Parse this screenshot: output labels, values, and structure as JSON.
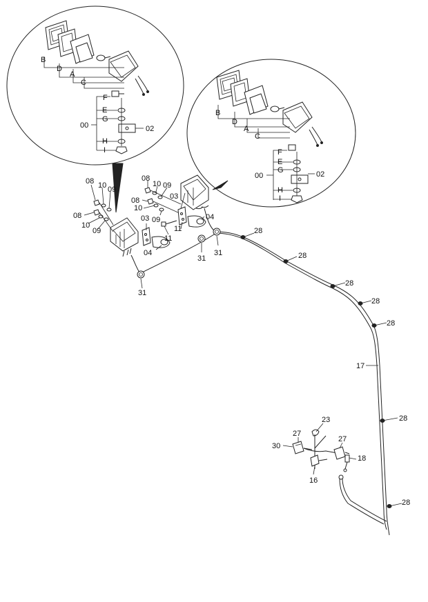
{
  "diagram": {
    "detail_left": {
      "labels": {
        "B": "B",
        "D": "D",
        "A": "A",
        "C": "C",
        "F": "F",
        "E": "E",
        "G": "G",
        "H": "H",
        "I": "I",
        "assy": "00",
        "bracket": "02"
      }
    },
    "detail_right": {
      "labels": {
        "B": "B",
        "D": "D",
        "A": "A",
        "C": "C",
        "F": "F",
        "E": "E",
        "G": "G",
        "H": "H",
        "I": "I",
        "assy": "00",
        "bracket": "02"
      }
    },
    "left_lamp_callouts": {
      "p08a": "08",
      "p10a": "10",
      "p09a": "09",
      "p08b": "08",
      "p10b": "10",
      "p09b": "09",
      "p03": "03",
      "p04": "04",
      "p31": "31"
    },
    "right_lamp_callouts": {
      "p08a": "08",
      "p10a": "10",
      "p09a": "09",
      "p08b": "08",
      "p10b": "10",
      "p09b": "09",
      "p03": "03",
      "p11a": "11",
      "p11b": "11",
      "p04": "04",
      "p31a": "31",
      "p31b": "31"
    },
    "harness_callouts": {
      "c28a": "28",
      "c28b": "28",
      "c28c": "28",
      "c28d": "28",
      "c28e": "28",
      "c28f": "28",
      "c28g": "28",
      "c17": "17"
    },
    "lower_callouts": {
      "p23": "23",
      "p27a": "27",
      "p30": "30",
      "p27b": "27",
      "p18": "18",
      "p16": "16"
    }
  }
}
